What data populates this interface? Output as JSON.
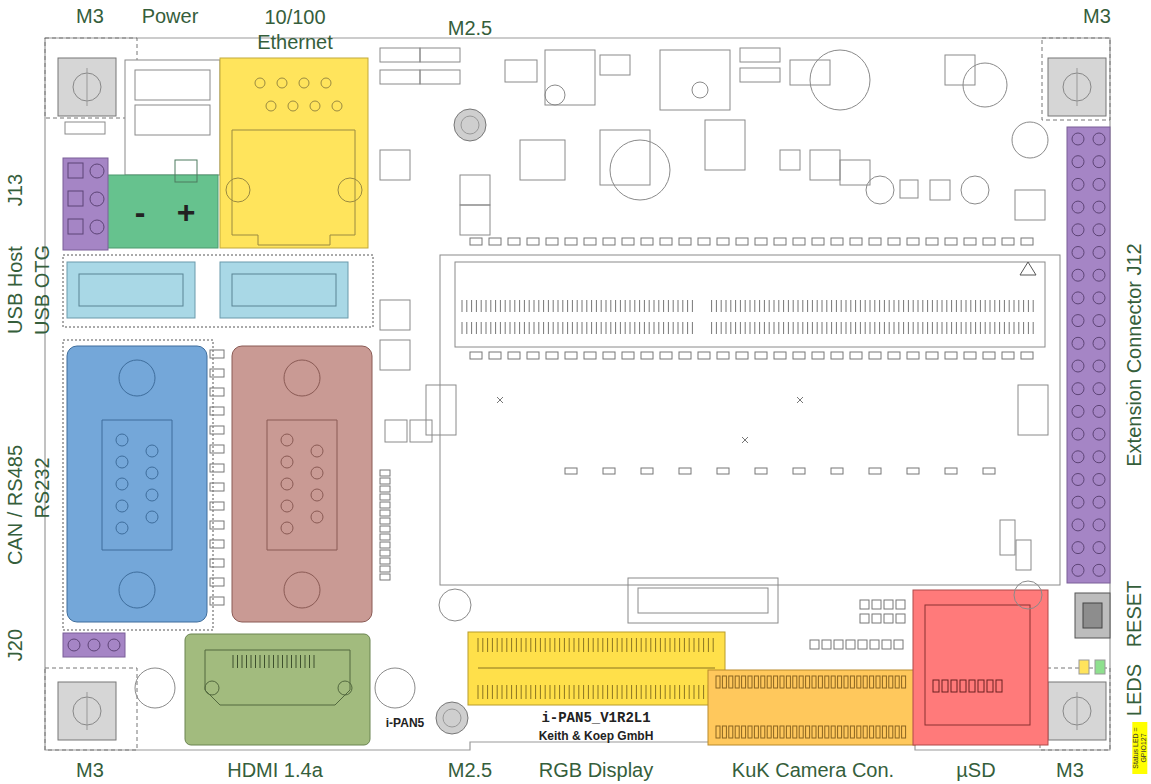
{
  "diagram": {
    "labels": [
      "M3",
      "Power",
      "10/100 Ethernet",
      "M2.5",
      "M3",
      "J13",
      "USB Host",
      "USB OTG",
      "CAN / RS485",
      "RS232",
      "-",
      "+",
      "Extension Connector J12",
      "RESET",
      "LEDS",
      "J20",
      "i-PAN5_V1R2L1",
      "Keith & Koep GmbH",
      "i-PAN5",
      "M3",
      "HDMI 1.4a",
      "M2.5",
      "RGB Display",
      "KuK Camera Con.",
      "µSD",
      "M3",
      "Status LED = GPIO127"
    ]
  }
}
